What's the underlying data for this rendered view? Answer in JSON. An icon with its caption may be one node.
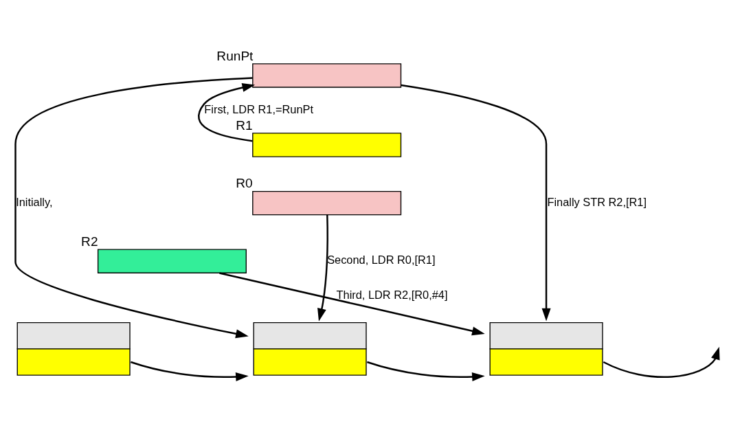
{
  "diagram": {
    "nodes": [
      {
        "text": [],
        "shape": "box",
        "beside": [
          "RunPt"
        ]
      },
      {
        "text": [],
        "shape": "box",
        "beside": [
          "R1"
        ]
      },
      {
        "text": [],
        "shape": "box",
        "beside": [
          "R0"
        ]
      },
      {
        "text": [],
        "shape": "box",
        "beside": [
          "R2"
        ]
      },
      {
        "text": [],
        "shape": "box"
      },
      {
        "text": [],
        "shape": "box"
      },
      {
        "text": [],
        "shape": "box"
      }
    ],
    "edges": [
      {
        "from": 1,
        "to": 0,
        "arrow": "to",
        "label": "First, LDR R1,=RunPt"
      },
      {
        "from": 0,
        "to": 5,
        "arrow": "to",
        "label": "Initially,"
      },
      {
        "from": 2,
        "to": 5,
        "arrow": "to",
        "label": "Second, LDR R0,[R1]"
      },
      {
        "from": 3,
        "to": 6,
        "arrow": "to",
        "label": "Third, LDR R2,[R0,#4]"
      },
      {
        "from": 0,
        "to": 6,
        "arrow": "to",
        "label": "Finally STR R2,[R1]"
      },
      {
        "from": 4,
        "to": 5,
        "arrow": "to"
      },
      {
        "from": 5,
        "to": 6,
        "arrow": "to"
      },
      {
        "from": 6,
        "to": null,
        "arrow": "to"
      }
    ]
  }
}
